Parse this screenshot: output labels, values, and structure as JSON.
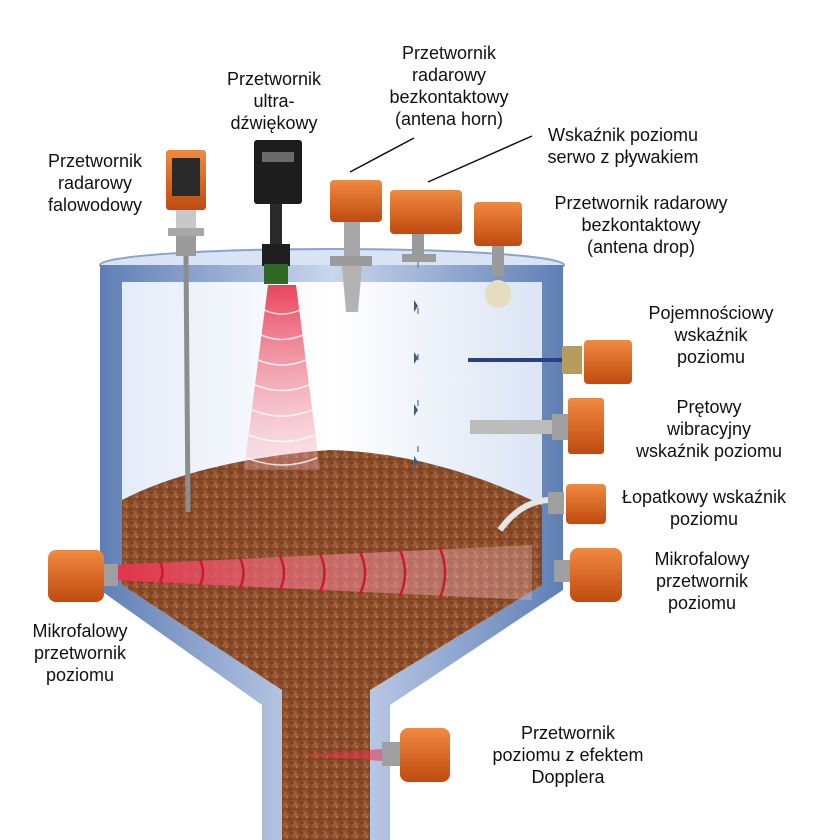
{
  "labels": {
    "radar_guided": [
      "Przetwornik",
      "radarowy",
      "falowodowy"
    ],
    "ultrasonic": [
      "Przetwornik",
      "ultra-",
      "dźwiękowy"
    ],
    "radar_horn": [
      "Przetwornik",
      "radarowy",
      "bezkontaktowy",
      "(antena horn)"
    ],
    "servo": [
      "Wskaźnik poziomu",
      "serwo z pływakiem"
    ],
    "radar_drop": [
      "Przetwornik radarowy",
      "bezkontaktowy",
      "(antena drop)"
    ],
    "capacitive": [
      "Pojemnościowy",
      "wskaźnik",
      "poziomu"
    ],
    "vibrating": [
      "Prętowy",
      "wibracyjny",
      "wskaźnik poziomu"
    ],
    "paddle": [
      "Łopatkowy wskaźnik",
      "poziomu"
    ],
    "microwave_right": [
      "Mikrofalowy",
      "przetwornik",
      "poziomu"
    ],
    "microwave_left": [
      "Mikrofalowy",
      "przetwornik",
      "poziomu"
    ],
    "doppler": [
      "Przetwornik",
      "poziomu z efektem",
      "Dopplera"
    ]
  },
  "colors": {
    "device_orange": "#e0621f",
    "material_brown": "#8b4a2a",
    "tank_blue": "#7e9cc9",
    "beam_red": "#e0203a"
  }
}
